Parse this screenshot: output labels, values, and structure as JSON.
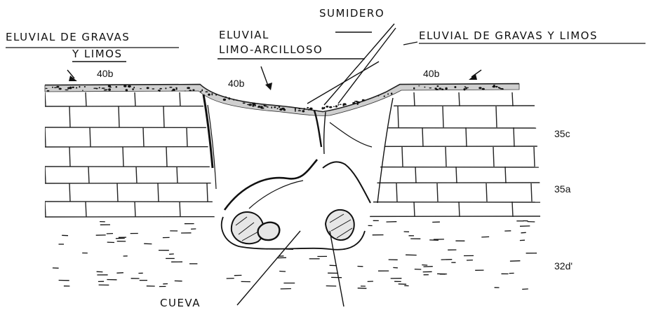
{
  "labels": {
    "left_eluvial_line1": "ELUVIAL DE GRAVAS",
    "left_eluvial_line2": "Y LIMOS",
    "center_eluvial_line1": "ELUVIAL",
    "center_eluvial_line2": "LIMO-ARCILLOSO",
    "sumidero": "SUMIDERO",
    "right_eluvial": "ELUVIAL DE GRAVAS Y LIMOS",
    "cueva": "CUEVA"
  },
  "unit_codes": {
    "left_40b": "40b",
    "center_40b": "40b",
    "right_40b": "40b",
    "u35c": "35c",
    "u35a": "35a",
    "u32d": "32d'"
  },
  "colors": {
    "ink": "#111111",
    "background": "#ffffff"
  }
}
